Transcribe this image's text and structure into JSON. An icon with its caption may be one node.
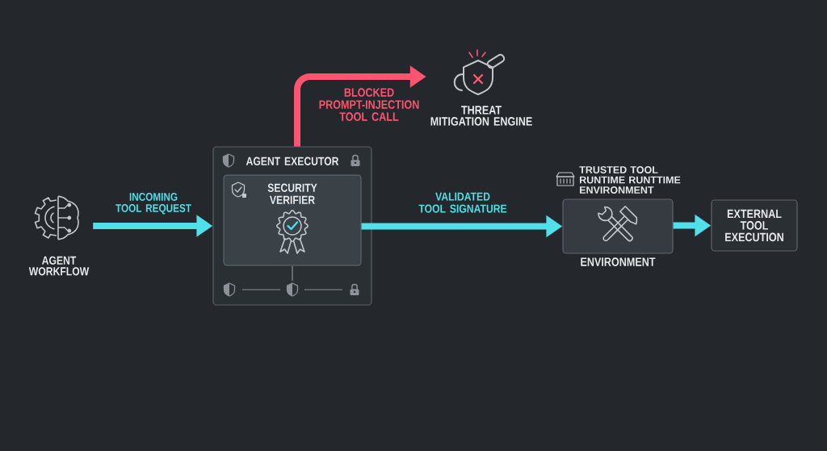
{
  "diagram": {
    "nodes": [
      {
        "text": [
          "AGENT WORKFLOW"
        ]
      },
      {
        "text": [
          "AGENT EXECUTOR"
        ]
      },
      {
        "text": [
          "SECURITY VERIFIER"
        ],
        "in": 1
      },
      {
        "text": [
          "THREAT MITIGATION ENGINE"
        ]
      },
      {
        "text": [
          "TRUSTED TOOL RUNTIME RUNTTIME ENVIRONMENT"
        ],
        "beside": [
          "ENVIRONMENT"
        ]
      },
      {
        "text": [
          "EXTERNAL TOOL EXECUTION"
        ]
      }
    ],
    "edges": [
      {
        "from": 0,
        "to": 1,
        "arrow": "to",
        "label": "INCOMING TOOL REQUEST"
      },
      {
        "from": 1,
        "to": 3,
        "arrow": "to",
        "label": "BLOCKED PROMPT-INJECTION TOOL CALL",
        "color": "#ff5470"
      },
      {
        "from": 2,
        "to": 4,
        "arrow": "to",
        "label": "VALIDATED TOOL SIGNATURE"
      },
      {
        "from": 4,
        "to": 5,
        "arrow": "to"
      }
    ]
  }
}
